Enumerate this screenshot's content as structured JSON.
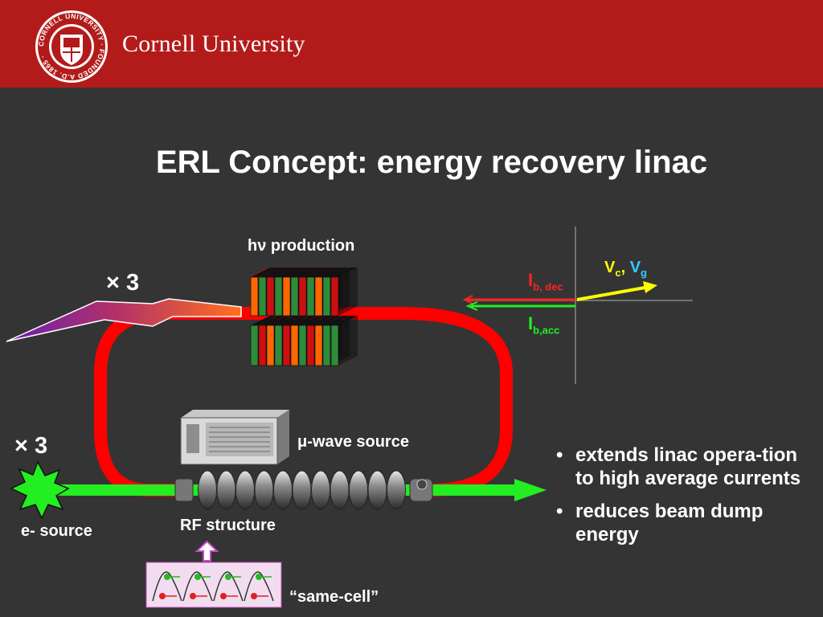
{
  "header": {
    "brand": "Cornell University",
    "seal_text": "CORNELL UNIVERSITY · FOUNDED A.D. 1865 ·",
    "colors": {
      "header_bg": "#b31b1b",
      "slide_bg": "#343434"
    }
  },
  "title": "ERL Concept: energy recovery linac",
  "labels": {
    "hv_production": "hν production",
    "times3_top": "× 3",
    "times3_bottom": "× 3",
    "microwave_source": "μ-wave source",
    "rf_structure": "RF structure",
    "e_source": "e- source",
    "same_cell": "“same-cell”"
  },
  "phasor": {
    "vc": "V",
    "vc_sub": "c",
    "comma": ",",
    "vg": "V",
    "vg_sub": "g",
    "ib_dec": "I",
    "ib_dec_sub": "b, dec",
    "ib_acc": "I",
    "ib_acc_sub": "b,acc",
    "colors": {
      "vc": "#ffff00",
      "vg": "#33ccff",
      "dec": "#ff2222",
      "acc": "#22ee22"
    }
  },
  "bullets": [
    {
      "mark": "•",
      "text": "extends linac opera-tion to high average currents"
    },
    {
      "mark": "•",
      "text": "reduces beam dump energy"
    }
  ],
  "colors": {
    "beam_loop": "#ff0000",
    "beam_line": "#22ee22",
    "undulator_orange": "#ff6600",
    "undulator_green": "#2e8b3a",
    "undulator_red": "#cc1010"
  }
}
